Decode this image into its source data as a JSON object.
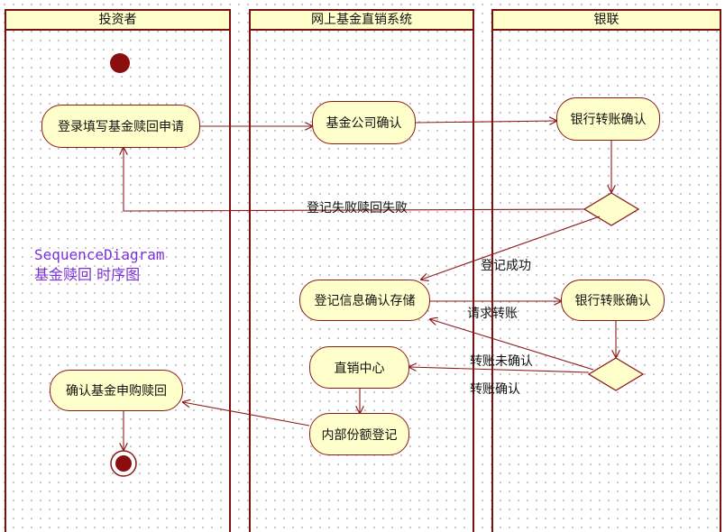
{
  "lanes": {
    "investor": "投资者",
    "system": "网上基金直销系统",
    "unionpay": "银联"
  },
  "nodes": {
    "login_apply": "登录填写基金赎回申请",
    "fund_confirm": "基金公司确认",
    "bank_confirm_1": "银行转账确认",
    "register_store": "登记信息确认存储",
    "bank_confirm_2": "银行转账确认",
    "direct_center": "直销中心",
    "confirm_redeem": "确认基金申购赎回",
    "internal_register": "内部份额登记"
  },
  "labels": {
    "register_fail": "登记失败赎回失败",
    "register_success": "登记成功",
    "request_transfer": "请求转账",
    "transfer_unconfirmed": "转账未确认",
    "transfer_confirmed": "转账确认"
  },
  "note": {
    "line1": "SequenceDiagram",
    "line2": "基金赎回 时序图"
  },
  "colors": {
    "fill": "#ffffcc",
    "line": "#8b1a1a",
    "note": "#7b2fd8"
  }
}
